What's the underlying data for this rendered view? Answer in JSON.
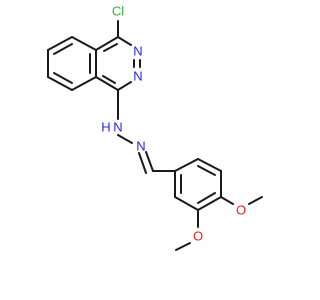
{
  "molecule": {
    "colors": {
      "bond": "#1a1a1a",
      "chlorine": "#2fb52f",
      "nitrogen": "#2424ee",
      "oxygen": "#ee2020"
    },
    "atom_labels": {
      "cl": "Cl",
      "n_ring_top": "N",
      "n_ring_bottom": "N",
      "n_hydrazone_nh": "N",
      "h_hydrazone": "H",
      "n_hydrazone_imine": "N",
      "o_para": "O",
      "o_meta": "O"
    }
  }
}
